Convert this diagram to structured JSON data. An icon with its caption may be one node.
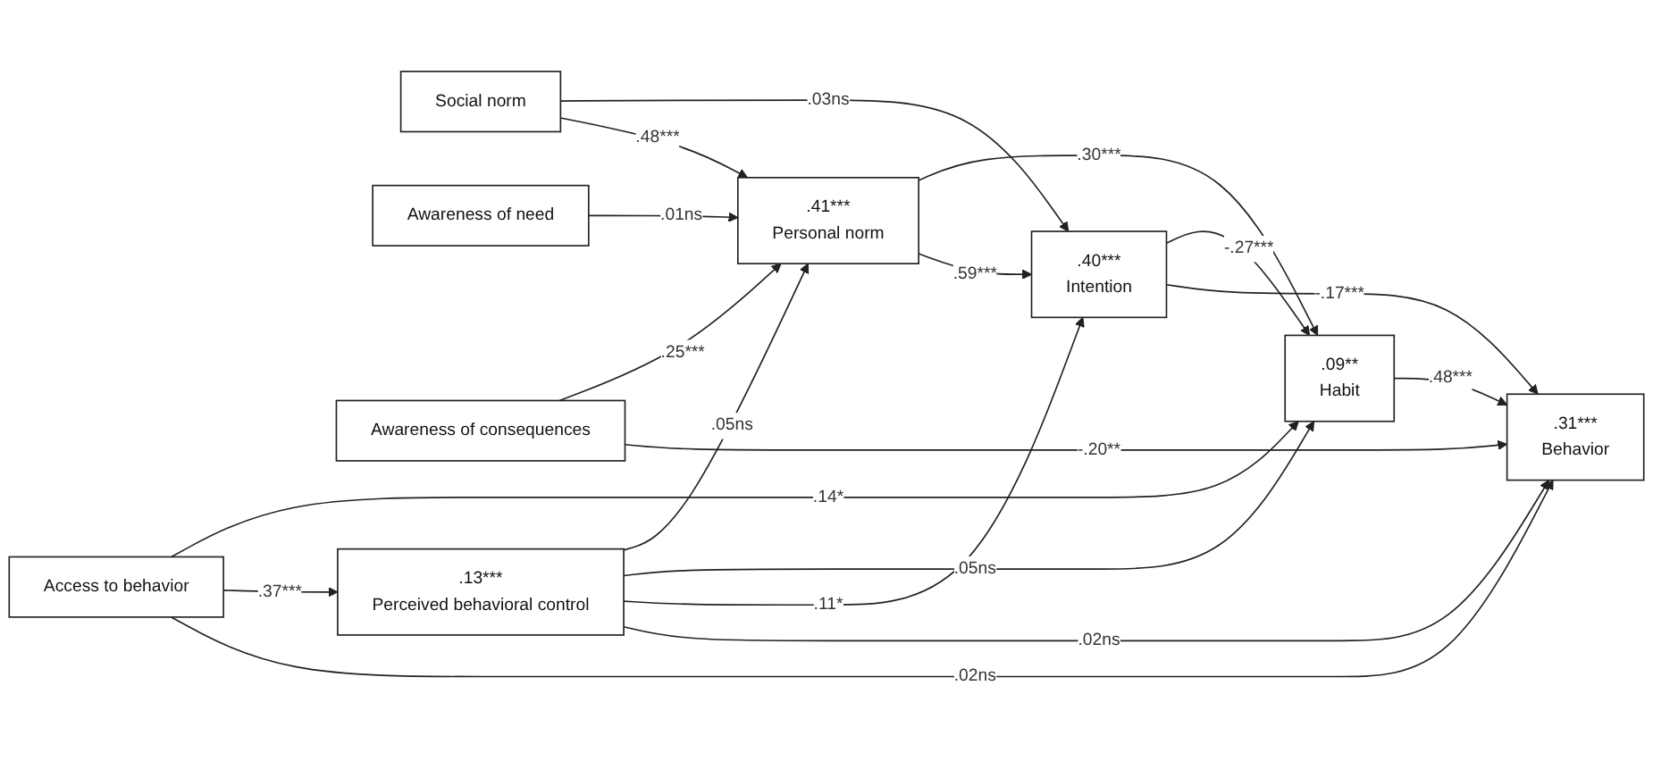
{
  "diagram": {
    "nodes": [
      {
        "text": [
          "Social norm"
        ]
      },
      {
        "text": [
          "Awareness of need"
        ]
      },
      {
        "text": [
          "Awareness of consequences"
        ]
      },
      {
        "text": [
          ".41***",
          "Personal norm"
        ]
      },
      {
        "text": [
          ".09**",
          "Habit"
        ]
      },
      {
        "text": [
          ".40***",
          "Intention"
        ]
      },
      {
        "text": [
          ".13***",
          "Perceived behavioral control"
        ]
      },
      {
        "text": [
          "Access to behavior"
        ]
      },
      {
        "text": [
          ".31***",
          "Behavior"
        ]
      }
    ],
    "edges": [
      {
        "from": 0,
        "to": 5,
        "arrow": "to",
        "label": ".03ns"
      },
      {
        "from": 0,
        "to": 3,
        "arrow": "to",
        "label": ".48***"
      },
      {
        "from": 1,
        "to": 3,
        "arrow": "to",
        "label": ".01ns"
      },
      {
        "from": 2,
        "to": 3,
        "arrow": "to",
        "label": ".25***"
      },
      {
        "from": 3,
        "to": 4,
        "arrow": "to",
        "label": ".30***"
      },
      {
        "from": 3,
        "to": 5,
        "arrow": "to",
        "label": ".59***"
      },
      {
        "from": 6,
        "to": 3,
        "arrow": "to",
        "label": ".05ns"
      },
      {
        "from": 6,
        "to": 4,
        "arrow": "to",
        "label": ".05ns"
      },
      {
        "from": 7,
        "to": 4,
        "arrow": "to",
        "label": ".14*"
      },
      {
        "from": 5,
        "to": 4,
        "arrow": "to",
        "label": "-.27***"
      },
      {
        "from": 6,
        "to": 5,
        "arrow": "to",
        "label": ".11*"
      },
      {
        "from": 7,
        "to": 6,
        "arrow": "to",
        "label": ".37***"
      },
      {
        "from": 4,
        "to": 8,
        "arrow": "to",
        "label": ".48***"
      },
      {
        "from": 5,
        "to": 8,
        "arrow": "to",
        "label": "-.17***"
      },
      {
        "from": 6,
        "to": 8,
        "arrow": "to",
        "label": ".02ns"
      },
      {
        "from": 7,
        "to": 8,
        "arrow": "to",
        "label": ".02ns"
      },
      {
        "from": 2,
        "to": 8,
        "arrow": "to",
        "label": "-.20**"
      }
    ]
  }
}
